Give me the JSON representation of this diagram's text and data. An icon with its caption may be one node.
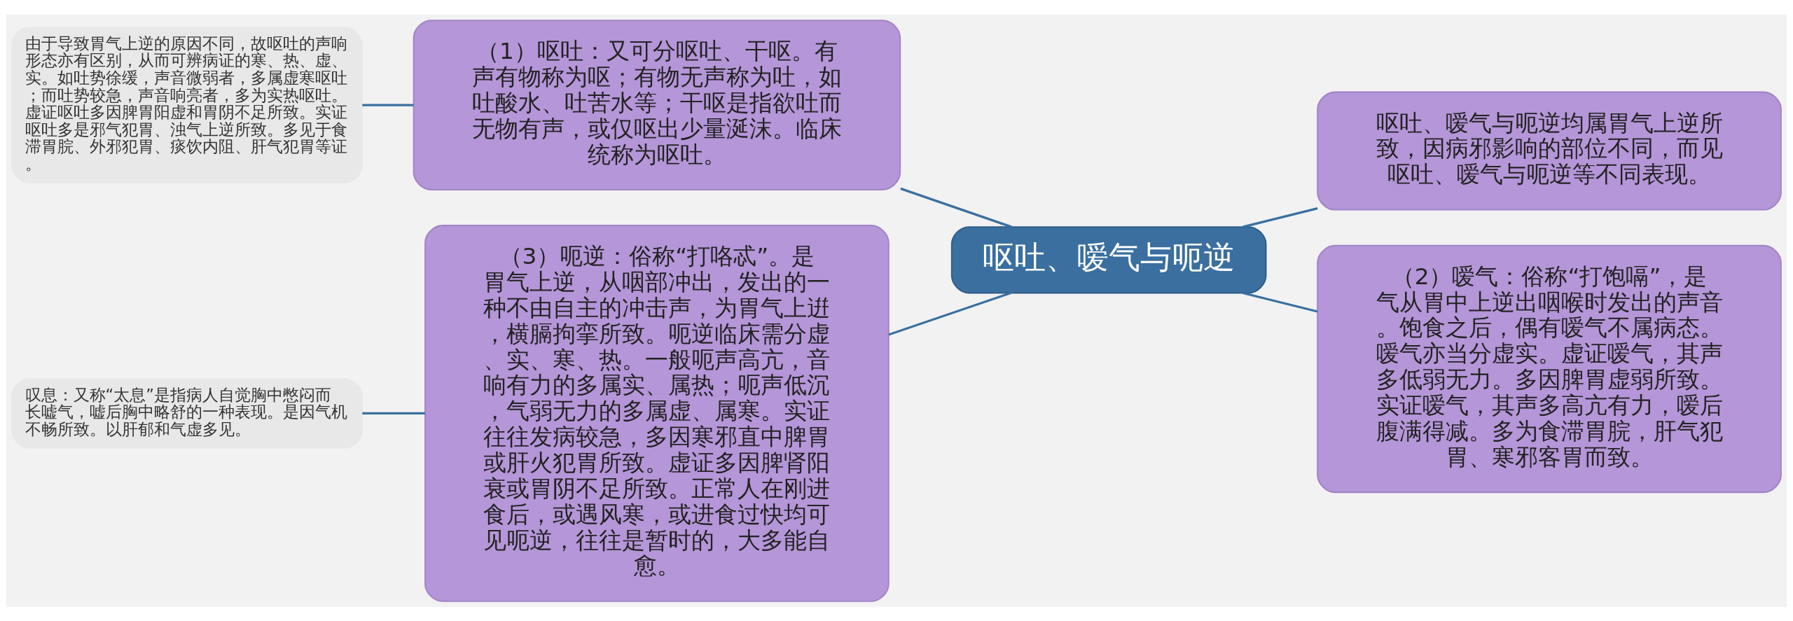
{
  "diagram": {
    "nodes": [
      {
        "text": [
          "呕吐、嗳气与呃逆"
        ]
      },
      {
        "text": [
          "呕吐、嗳气与呃逆均属胃气上逆所致，因病邪影响的部位不同，而见呕吐、嗳气与呃逆等不同表现。"
        ]
      },
      {
        "text": [
          "（2）嗳气：俗称“打饱嗝”，是气从胃中上逆出咽喉时发出的声音。饱食之后，偶有嗳气不属病态。嗳气亦当分虚实。虚证嗳气，其声多低弱无力。多因脾胃虚弱所致。实证嗳气，其声多高亢有力，嗳后腹满得减。多为食滞胃脘，肝气犯胃、寒邪客胃而致。"
        ]
      },
      {
        "text": [
          "（1）呕吐：又可分呕吐、干呕。有声有物称为呕；有物无声称为吐，如吐酸水、吐苦水等；干呕是指欲吐而无物有声，或仅呕出少量涎沫。临床统称为呕吐。"
        ]
      },
      {
        "text": [
          "由于导致胃气上逆的原因不同，故呕吐的声响形态亦有区别，从而可辨病证的寒、热、虚、实。如吐势徐缓，声音微弱者，多属虚寒呕吐；而吐势较急，声音响亮者，多为实热呕吐。虚证呕吐多因脾胃阳虚和胃阴不足所致。实证呕吐多是邪气犯胃、浊气上逆所致。多见于食滞胃脘、外邪犯胃、痰饮内阻、肝气犯胃等证。"
        ]
      },
      {
        "text": [
          "（3）呃逆：俗称“打咯忒”。是胃气上逆，从咽部冲出，发出的一种不由自主的冲击声，为胃气上逬，横膈拘挛所致。呃逆临床需分虚、实、寒、热。一般呃声高亢，音响有力的多属实、属热；呃声低沉，气弱无力的多属虚、属寒。实证往往发病较急，多因寒邪直中脾胃或肝火犯胃所致。虚证多因脾肾阳衰或胃阴不足所致。正常人在刚进食后，或遇风寒，或进食过快均可见呃逆，往往是暂时的，大多能自愈。"
        ]
      },
      {
        "text": [
          "叹息：又称“太息”是指病人自觉胸中憋闷而长嘘气，嘘后胸中略舒的一种表现。是因气机不畅所致。以肝郁和气虚多见。"
        ]
      }
    ],
    "edges": [
      {
        "from": 0,
        "to": 1,
        "arrow": "none"
      },
      {
        "from": 0,
        "to": 2,
        "arrow": "none"
      },
      {
        "from": 0,
        "to": 3,
        "arrow": "none"
      },
      {
        "from": 3,
        "to": 4,
        "arrow": "none"
      },
      {
        "from": 0,
        "to": 5,
        "arrow": "none"
      },
      {
        "from": 5,
        "to": 6,
        "arrow": "none"
      }
    ]
  }
}
